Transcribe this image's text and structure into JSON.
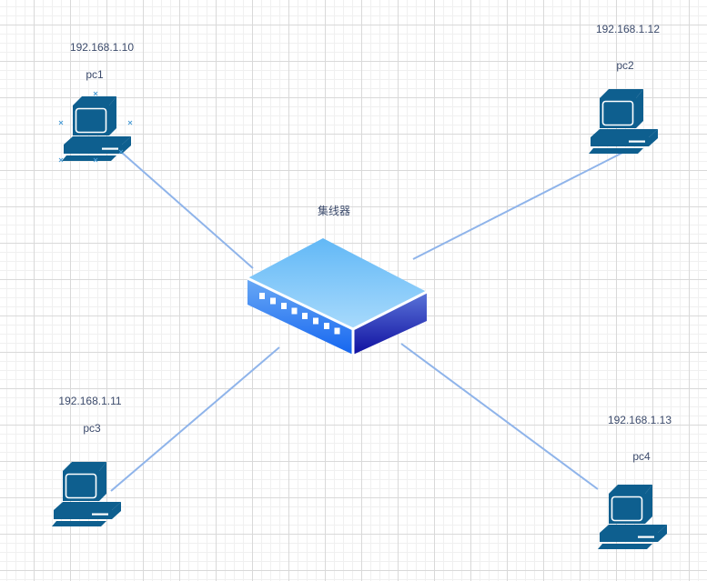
{
  "diagram": {
    "hub": {
      "id": "hub",
      "label": "集线器",
      "type": "hub"
    },
    "pcs": [
      {
        "id": "pc1",
        "name": "pc1",
        "ip": "192.168.1.10",
        "selected": true
      },
      {
        "id": "pc2",
        "name": "pc2",
        "ip": "192.168.1.12",
        "selected": false
      },
      {
        "id": "pc3",
        "name": "pc3",
        "ip": "192.168.1.11",
        "selected": false
      },
      {
        "id": "pc4",
        "name": "pc4",
        "ip": "192.168.1.13",
        "selected": false
      }
    ],
    "connections": [
      {
        "from": "pc1",
        "to": "hub"
      },
      {
        "from": "pc2",
        "to": "hub"
      },
      {
        "from": "pc3",
        "to": "hub"
      },
      {
        "from": "pc4",
        "to": "hub"
      }
    ],
    "colors": {
      "pc_icon": "#0e5f8f",
      "edge": "#8fb4ea",
      "label": "#3b4a6b",
      "hub_top_light": "#9fd4fb",
      "hub_top_dark": "#69bdf7",
      "hub_front": "#1f6ff2",
      "hub_side": "#2222b0"
    }
  }
}
